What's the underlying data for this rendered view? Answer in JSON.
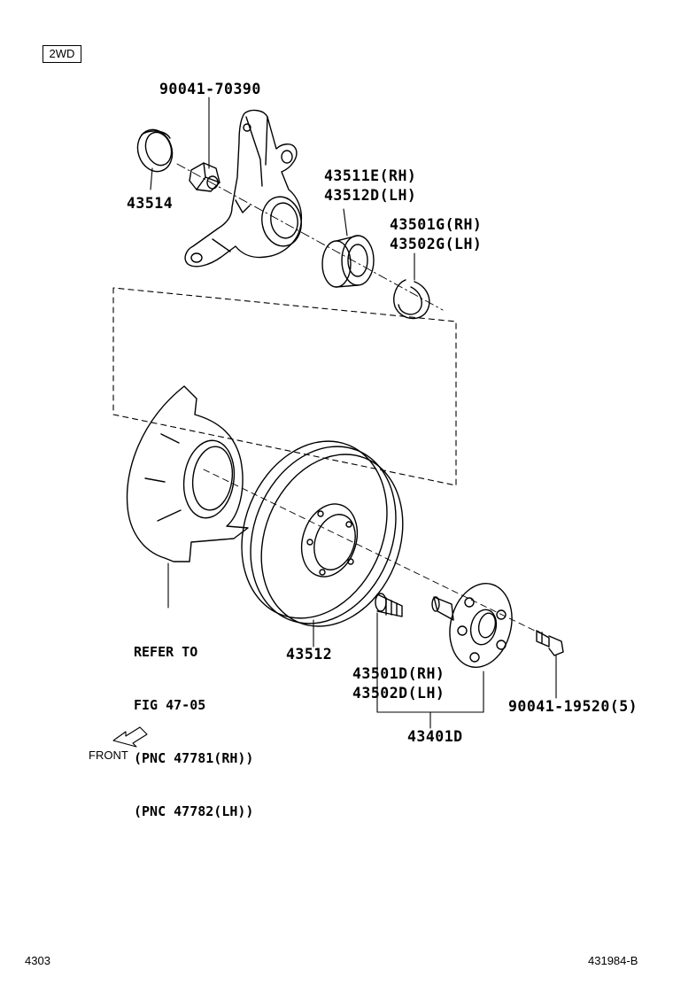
{
  "variant_badge": "2WD",
  "parts": {
    "bolt_top": "90041-70390",
    "oil_seal": "43514",
    "bearing_rh": "43511E(RH)",
    "bearing_lh": "43512D(LH)",
    "snap_ring_rh": "43501G(RH)",
    "snap_ring_lh": "43502G(LH)",
    "disc": "43512",
    "hub_bolt_rh": "43501D(RH)",
    "hub_bolt_lh": "43502D(LH)",
    "hub_assembly": "43401D",
    "hub_screw": "90041-19520(5)"
  },
  "refer": {
    "line1": "REFER TO",
    "line2": "FIG 47-05",
    "line3": "(PNC 47781(RH))",
    "line4": "(PNC 47782(LH))"
  },
  "direction_label": "FRONT",
  "footer": {
    "page_code": "4303",
    "drawing_code": "431984-B"
  }
}
